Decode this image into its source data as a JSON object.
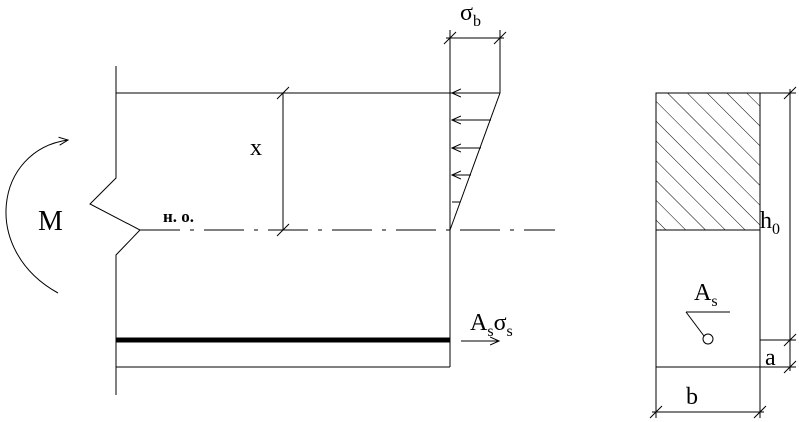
{
  "labels": {
    "moment": "M",
    "neutral_axis": "н. о.",
    "compression_depth": "x",
    "stress_main": "σ",
    "stress_sub": "b",
    "force_main": "A",
    "force_sub1": "s",
    "force_mid": "σ",
    "force_sub2": "s",
    "area_main": "A",
    "area_sub": "s",
    "height_main": "h",
    "height_sub": "0",
    "cover": "a",
    "width": "b"
  }
}
